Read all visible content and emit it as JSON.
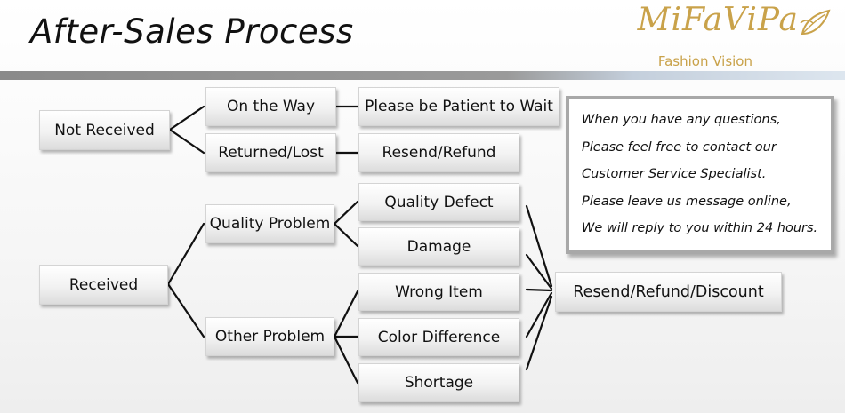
{
  "title": "After-Sales Process",
  "logo": {
    "brand": "MiFaViPa",
    "tagline": "Fashion Vision"
  },
  "colors": {
    "logo_gold": "#c9a24a",
    "line": "#111111",
    "header_band": "#8a8a8a"
  },
  "flow": {
    "not_received": "Not Received",
    "on_the_way": "On the Way",
    "please_wait": "Please be Patient to Wait",
    "returned_lost": "Returned/Lost",
    "resend_refund": "Resend/Refund",
    "received": "Received",
    "quality_problem": "Quality Problem",
    "other_problem": "Other Problem",
    "quality_defect": "Quality Defect",
    "damage": "Damage",
    "wrong_item": "Wrong Item",
    "color_difference": "Color Difference",
    "shortage": "Shortage",
    "resend_refund_discount": "Resend/Refund/Discount"
  },
  "info": {
    "lines": [
      "When you have any questions,",
      "Please feel free to contact our",
      "Customer Service Specialist.",
      "Please leave us message online,",
      "We will reply to you within 24 hours."
    ]
  }
}
